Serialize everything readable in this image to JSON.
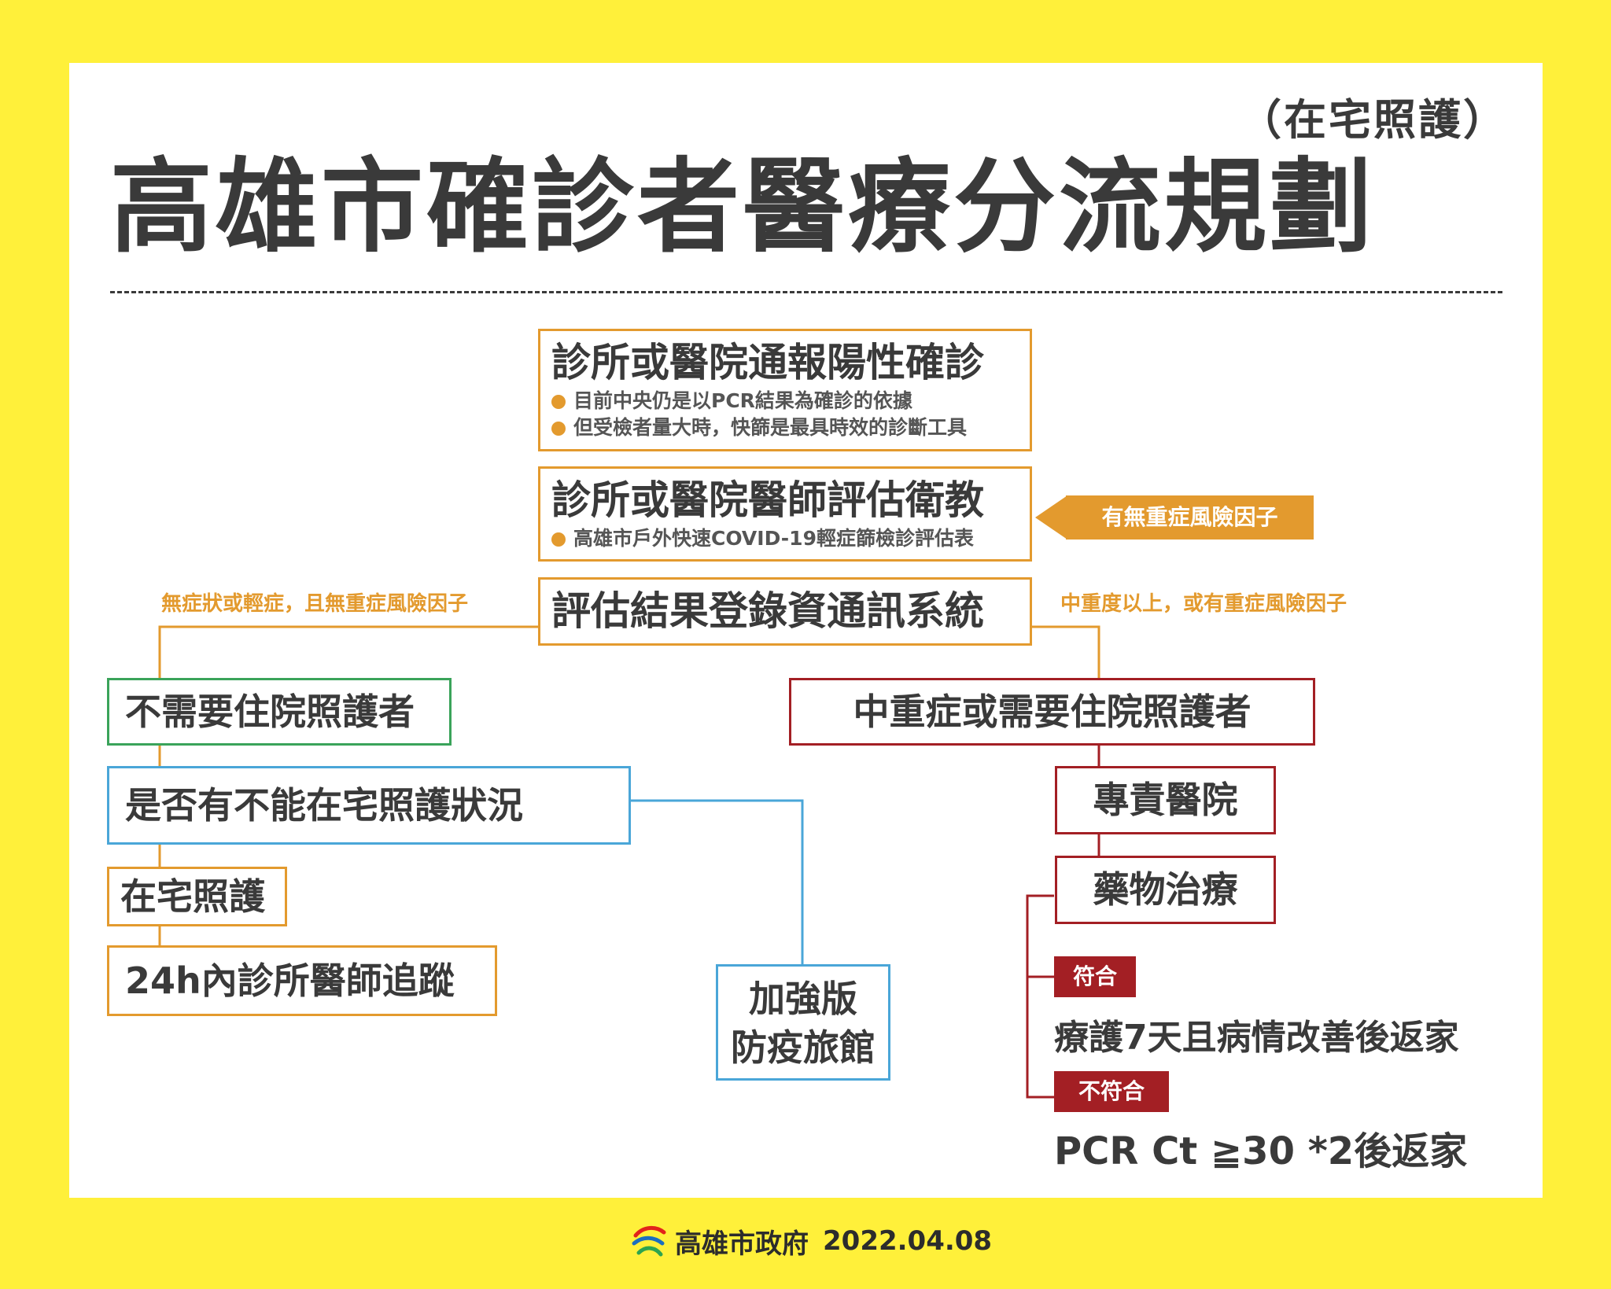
{
  "header": {
    "subtitle": "（在宅照護）",
    "title": "高雄市確診者醫療分流規劃"
  },
  "steps": {
    "report": {
      "title": "診所或醫院通報陽性確診",
      "bullets": [
        "目前中央仍是以PCR結果為確診的依據",
        "但受檢者量大時，快篩是最具時效的診斷工具"
      ]
    },
    "assess": {
      "title": "診所或醫院醫師評估衛教",
      "bullets": [
        "高雄市戶外快速COVID-19輕症篩檢診評估表"
      ]
    },
    "risk_tag": "有無重症風險因子",
    "register": {
      "title": "評估結果登錄資通訊系統"
    }
  },
  "left_branch": {
    "condition": "無症狀或輕症，且無重症風險因子",
    "no_hospital": "不需要住院照護者",
    "question": "是否有不能在宅照護狀況",
    "home_care": "在宅照護",
    "followup": "24h內診所醫師追蹤",
    "hotel_line1": "加強版",
    "hotel_line2": "防疫旅館"
  },
  "right_branch": {
    "condition": "中重度以上，或有重症風險因子",
    "severe": "中重症或需要住院照護者",
    "hospital": "專責醫院",
    "treatment": "藥物治療",
    "pass_tag": "符合",
    "pass_result": "療護7天且病情改善後返家",
    "fail_tag": "不符合",
    "fail_result": "PCR Ct ≧30 *2後返家"
  },
  "footer": {
    "org": "高雄市政府",
    "date": "2022.04.08"
  },
  "colors": {
    "background": "#fff03a",
    "orange": "#e39a2e",
    "green": "#3aa35a",
    "blue": "#4aa6d8",
    "red": "#a31f24",
    "text": "#3a3a3a"
  }
}
